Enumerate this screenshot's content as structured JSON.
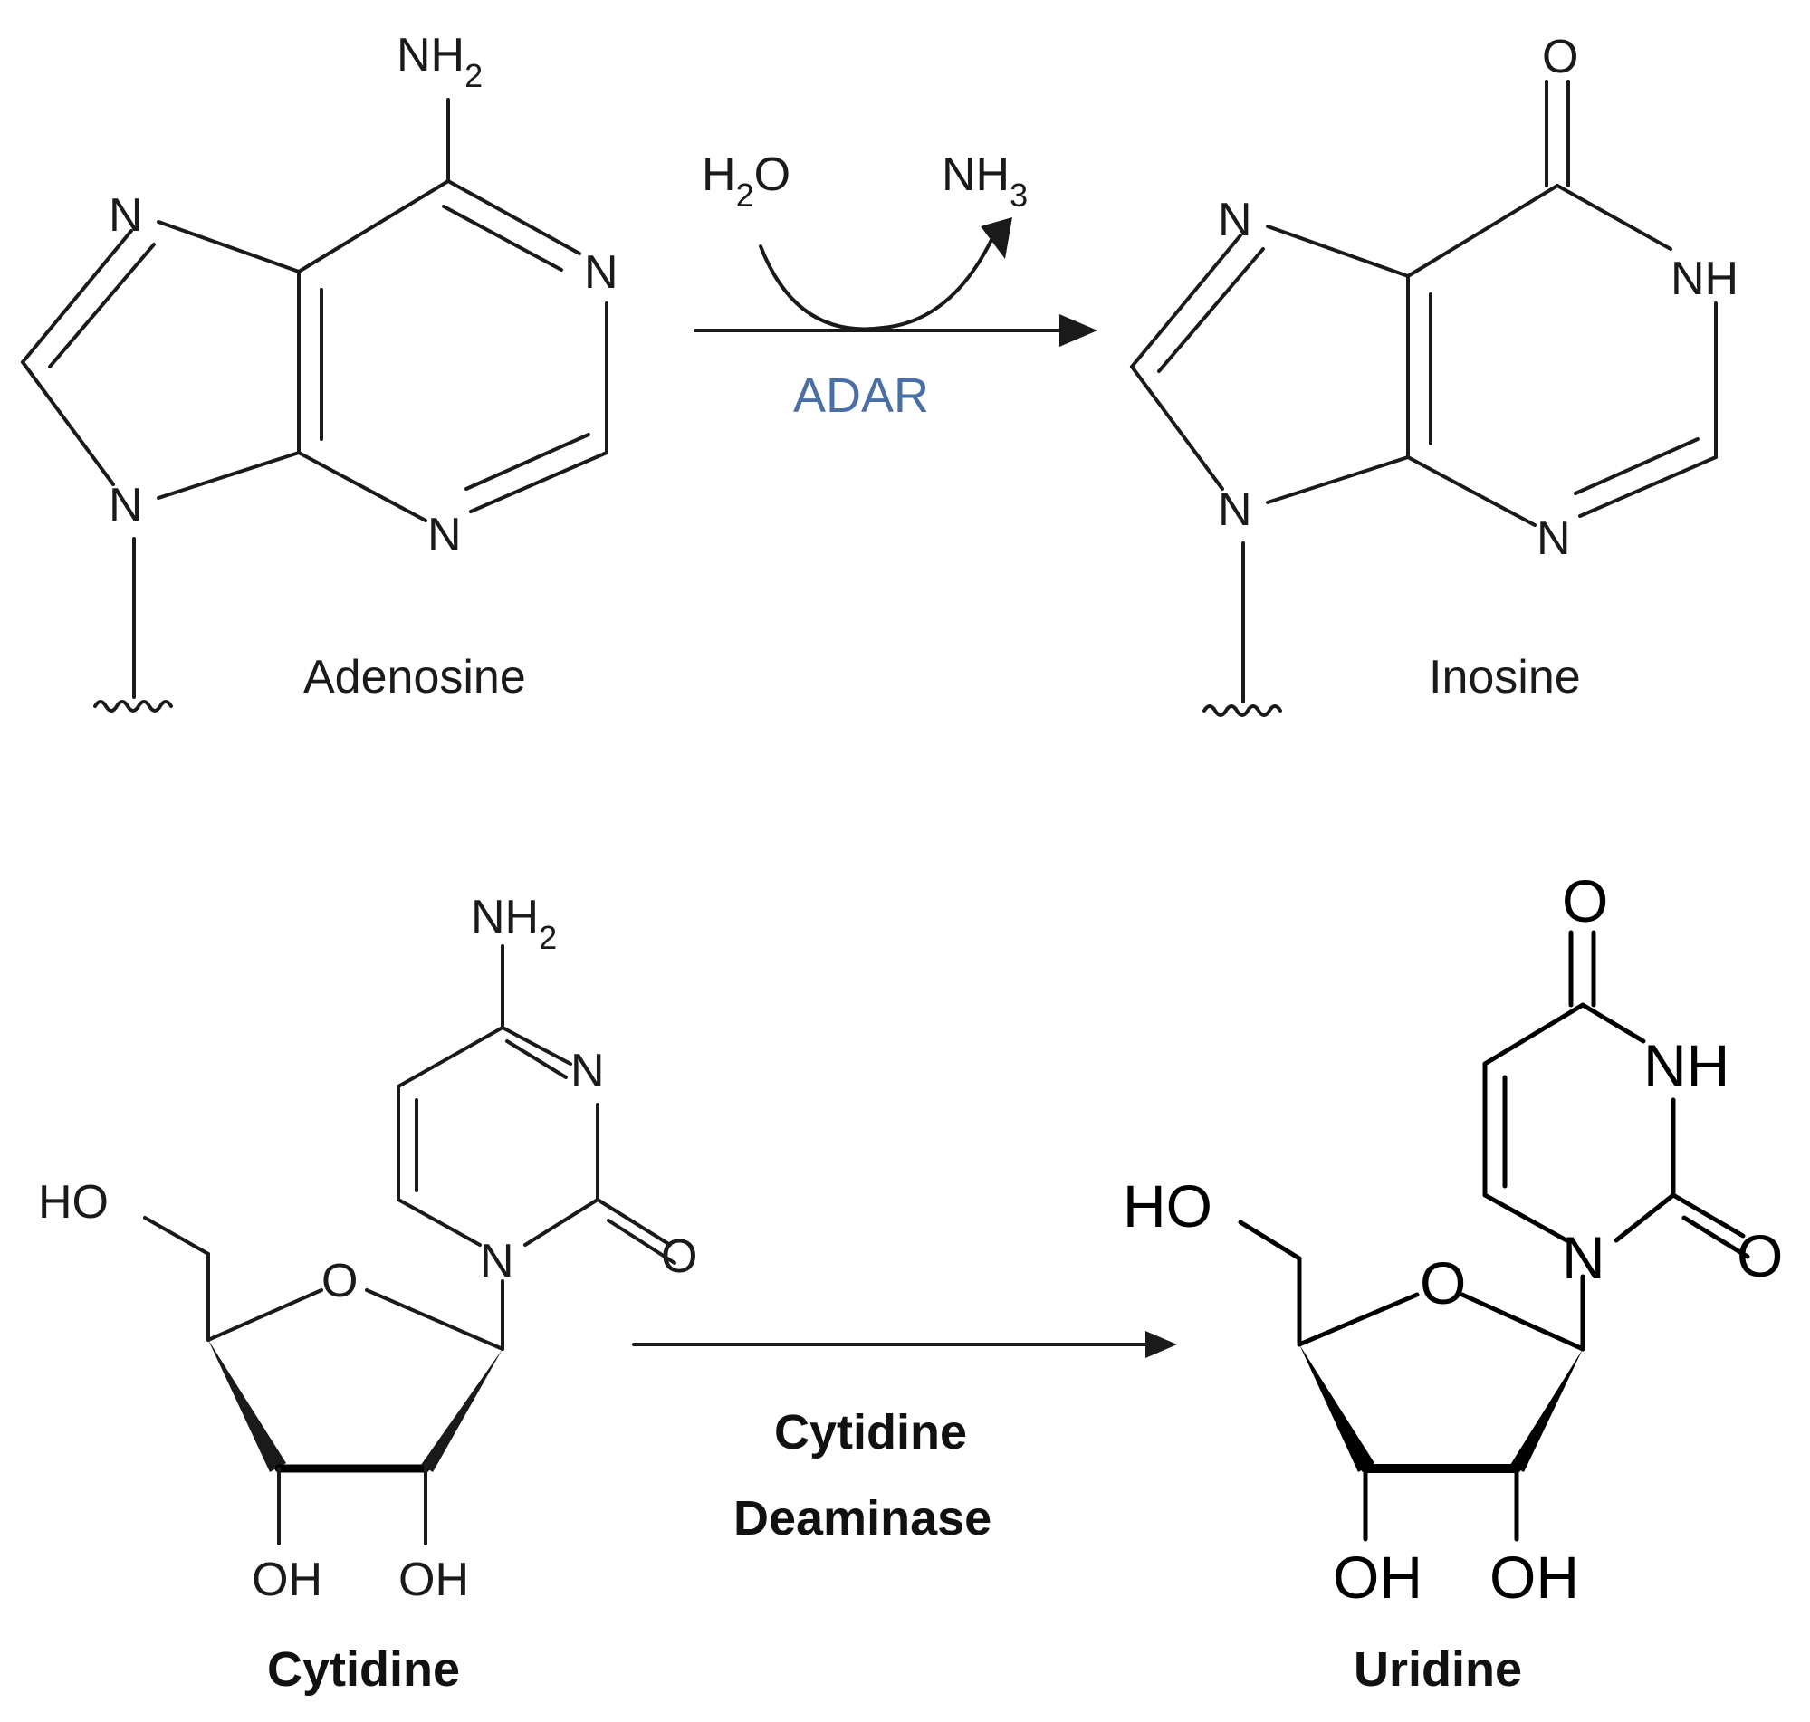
{
  "colors": {
    "ink": "#1a1a1a",
    "adar_label": "#4a6fa5",
    "background": "#ffffff"
  },
  "reaction_top": {
    "substrate": {
      "name": "Adenosine",
      "amino_group": "NH",
      "amino_sub": "2",
      "ring_atom": "N"
    },
    "product": {
      "name": "Inosine",
      "carbonyl_atom": "O",
      "imine_group": "NH",
      "ring_atom": "N"
    },
    "reactant_small": {
      "label": "H",
      "label_sub": "2",
      "label_tail": "O"
    },
    "byproduct_small": {
      "label": "NH",
      "label_sub": "3"
    },
    "enzyme": "ADAR"
  },
  "reaction_bottom": {
    "substrate": {
      "name": "Cytidine",
      "amino_group": "NH",
      "amino_sub": "2",
      "ring_atom": "N",
      "carbonyl_atom": "O",
      "hydroxyl": "HO",
      "hydroxyl_2": "OH",
      "hydroxyl_3": "OH",
      "ring_oxygen": "O"
    },
    "product": {
      "name": "Uridine",
      "carbonyl_atom": "O",
      "carbonyl_atom_2": "O",
      "imine_group": "NH",
      "ring_atom": "N",
      "hydroxyl": "HO",
      "hydroxyl_2": "OH",
      "hydroxyl_3": "OH",
      "ring_oxygen": "O"
    },
    "enzyme_line1": "Cytidine",
    "enzyme_line2": "Deaminase"
  }
}
